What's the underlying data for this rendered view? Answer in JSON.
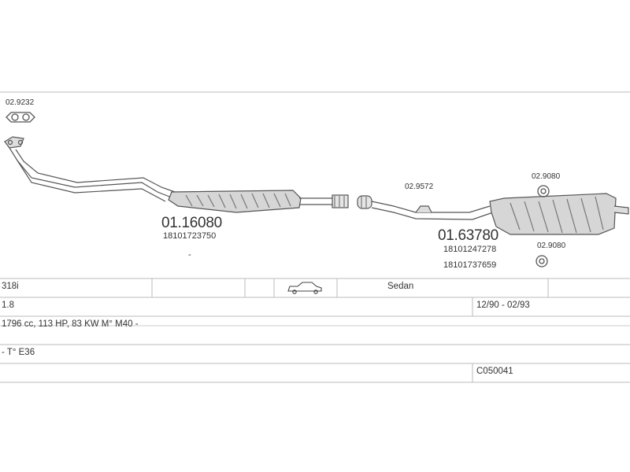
{
  "parts": {
    "gasket_front": "02.9232",
    "front_pipe_label": "01.16080",
    "front_pipe_oe": "18101723750",
    "clamp": "02.9572",
    "rear_ring_top": "02.9080",
    "rear_ring_bottom": "02.9080",
    "rear_muffler_label": "01.63780",
    "rear_muffler_oe_1": "18101247278",
    "rear_muffler_oe_2": "18101737659",
    "dash": "-"
  },
  "vehicle": {
    "model": "318i",
    "body": "Sedan",
    "engine_size": "1.8",
    "years": "12/90 - 02/93",
    "specs": "1796 cc, 113 HP, 83 KW M° M40 -",
    "type": "- T° E36",
    "code": "C050041"
  },
  "icons": {
    "body_type_icon": "sedan-car-icon"
  }
}
